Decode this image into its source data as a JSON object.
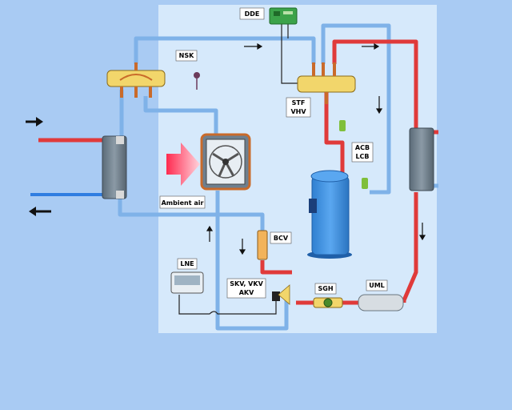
{
  "labels": {
    "dde": "DDE",
    "nsk": "NSK",
    "stf": "STF",
    "vhv": "VHV",
    "acb": "ACB",
    "lcb": "LCB",
    "ambient_air": "Ambient air",
    "bcv": "BCV",
    "lne": "LNE",
    "skv_vkv": "SKV, VKV",
    "akv": "AKV",
    "sgh": "SGH",
    "uml": "UML"
  },
  "colors": {
    "background": "#a9cbf3",
    "panel": "#d6e9fb",
    "hot_line": "#e03a3a",
    "cold_line": "#2f7de1",
    "suction_line": "#7fb2e8",
    "compressor": "#3b8fe0",
    "valve_brass": "#f2d66b",
    "heat_exchanger": "#6e7f8e",
    "fan_arrow": "#ff3b5c"
  },
  "icons": {
    "inlet_arrow": "arrow-right-icon",
    "outlet_arrow": "arrow-left-icon",
    "fan": "fan-icon",
    "compressor": "compressor-icon",
    "controller_board": "circuit-board-icon",
    "display": "display-icon"
  }
}
